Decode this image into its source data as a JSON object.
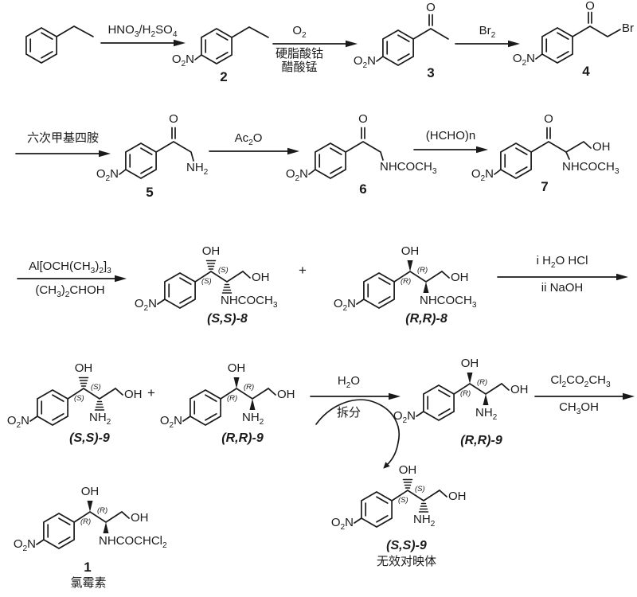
{
  "atoms": {
    "o2n": "O2N",
    "o": "O",
    "oh": "OH",
    "br": "Br",
    "nh2": "NH2",
    "nhcoch3": "NHCOCH3",
    "nhcochcl2": "NHCOCHCl2",
    "s": "(S)",
    "r": "(R)",
    "plus": "+"
  },
  "compounds": {
    "c1": "1",
    "c1_name": "氯霉素",
    "c2": "2",
    "c3": "3",
    "c4": "4",
    "c5": "5",
    "c6": "6",
    "c7": "7",
    "ss8": "(S,S)-8",
    "rr8": "(R,R)-8",
    "ss9": "(S,S)-9",
    "rr9": "(R,R)-9",
    "ss9_note": "无效对映体"
  },
  "reagents": {
    "step1": "HNO3/H2SO4",
    "step2_top": "O2",
    "step2_b1": "硬脂酸钴",
    "step2_b2": "醋酸锰",
    "step3": "Br2",
    "step4": "六次甲基四胺",
    "step5": "Ac2O",
    "step6": "(HCHO)n",
    "step7_top": "Al[OCH(CH3)2]3",
    "step7_bottom": "(CH3)2CHOH",
    "step8_top": "i H2O HCl",
    "step8_bottom": "ii NaOH",
    "step9_top": "H2O",
    "step9_bottom": "拆分",
    "step10_top": "Cl2CO2CH3",
    "step10_bottom": "CH3OH"
  },
  "colors": {
    "ink": "#1a1a1a",
    "background": "#ffffff"
  }
}
